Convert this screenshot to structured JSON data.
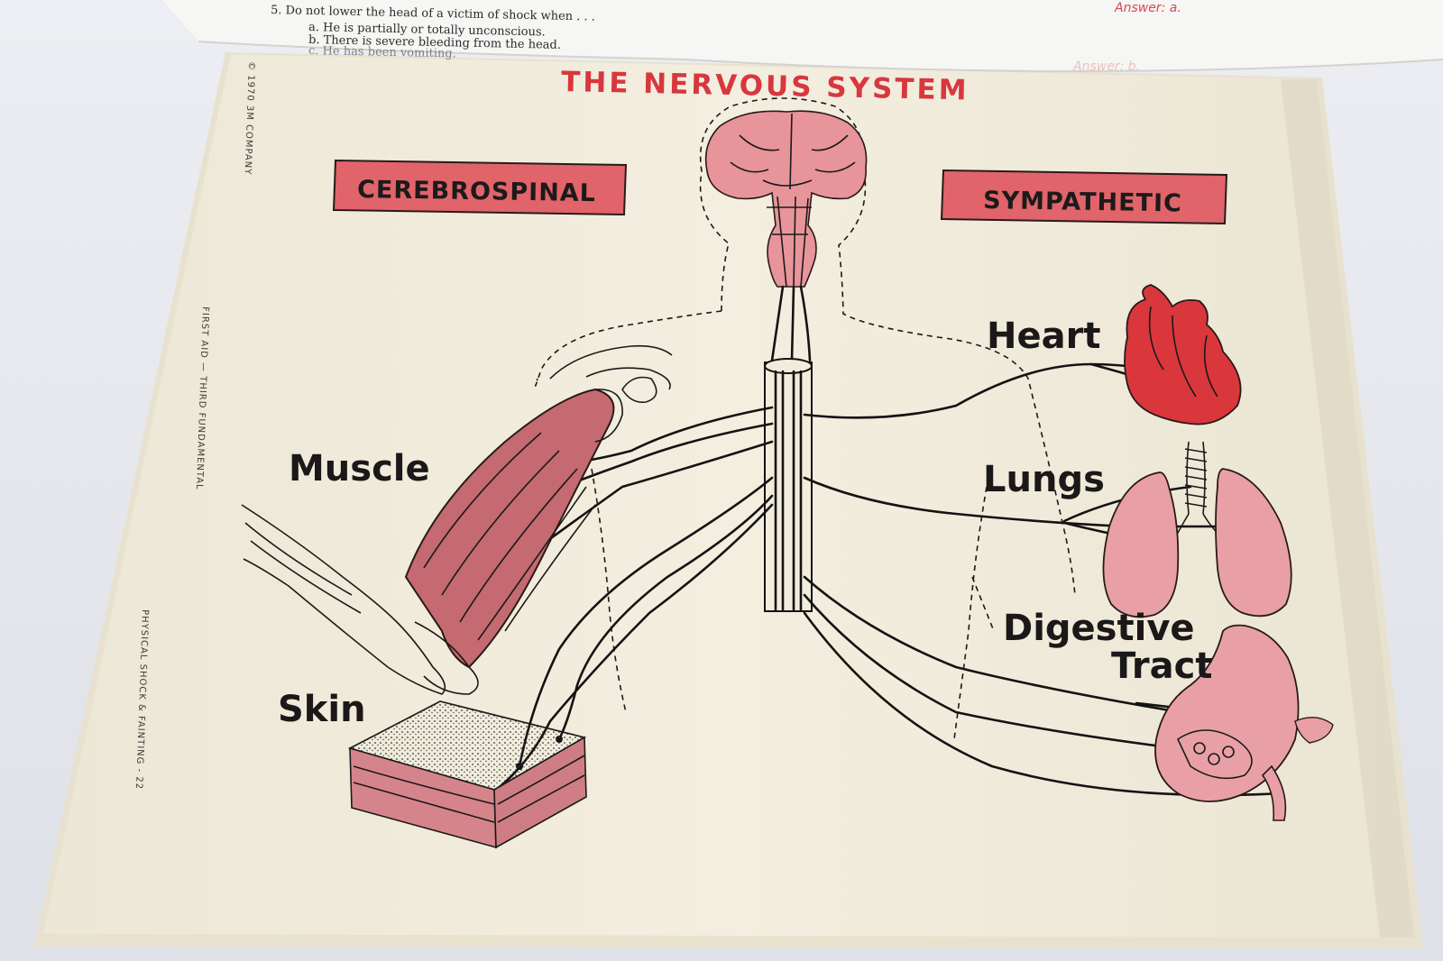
{
  "quiz_strip": {
    "question": "5.  Do not lower the head of a victim of shock when . . .",
    "option_a": "a.  He is partially or totally unconscious.",
    "option_b": "b.  There is severe bleeding from the head.",
    "option_c": "c.  He has been vomiting.",
    "answer_top": "Answer:  a.",
    "answer_hidden": "Answer:  b."
  },
  "page": {
    "title": "THE NERVOUS SYSTEM",
    "copyright": "© 1970 3M COMPANY",
    "margin_series": "FIRST AID — THIRD FUNDAMENTAL",
    "margin_topic": "PHYSICAL SHOCK & FAINTING - 22"
  },
  "categories": {
    "left": "CEREBROSPINAL",
    "right": "SYMPATHETIC"
  },
  "labels": {
    "muscle": "Muscle",
    "skin": "Skin",
    "heart": "Heart",
    "lungs": "Lungs",
    "digestive_line1": "Digestive",
    "digestive_line2": "Tract"
  },
  "colors": {
    "accent_red": "#d8373e",
    "box_fill": "#e0646a",
    "organ_pink": "#e8a0a6",
    "heart_red": "#d9373c",
    "paper": "#f1ecdc"
  },
  "icons": {
    "brain": "brain-icon",
    "heart": "heart-icon",
    "lungs": "lungs-icon",
    "stomach": "stomach-icon",
    "arm_muscle": "arm-muscle-icon",
    "skin_block": "skin-block-icon"
  }
}
